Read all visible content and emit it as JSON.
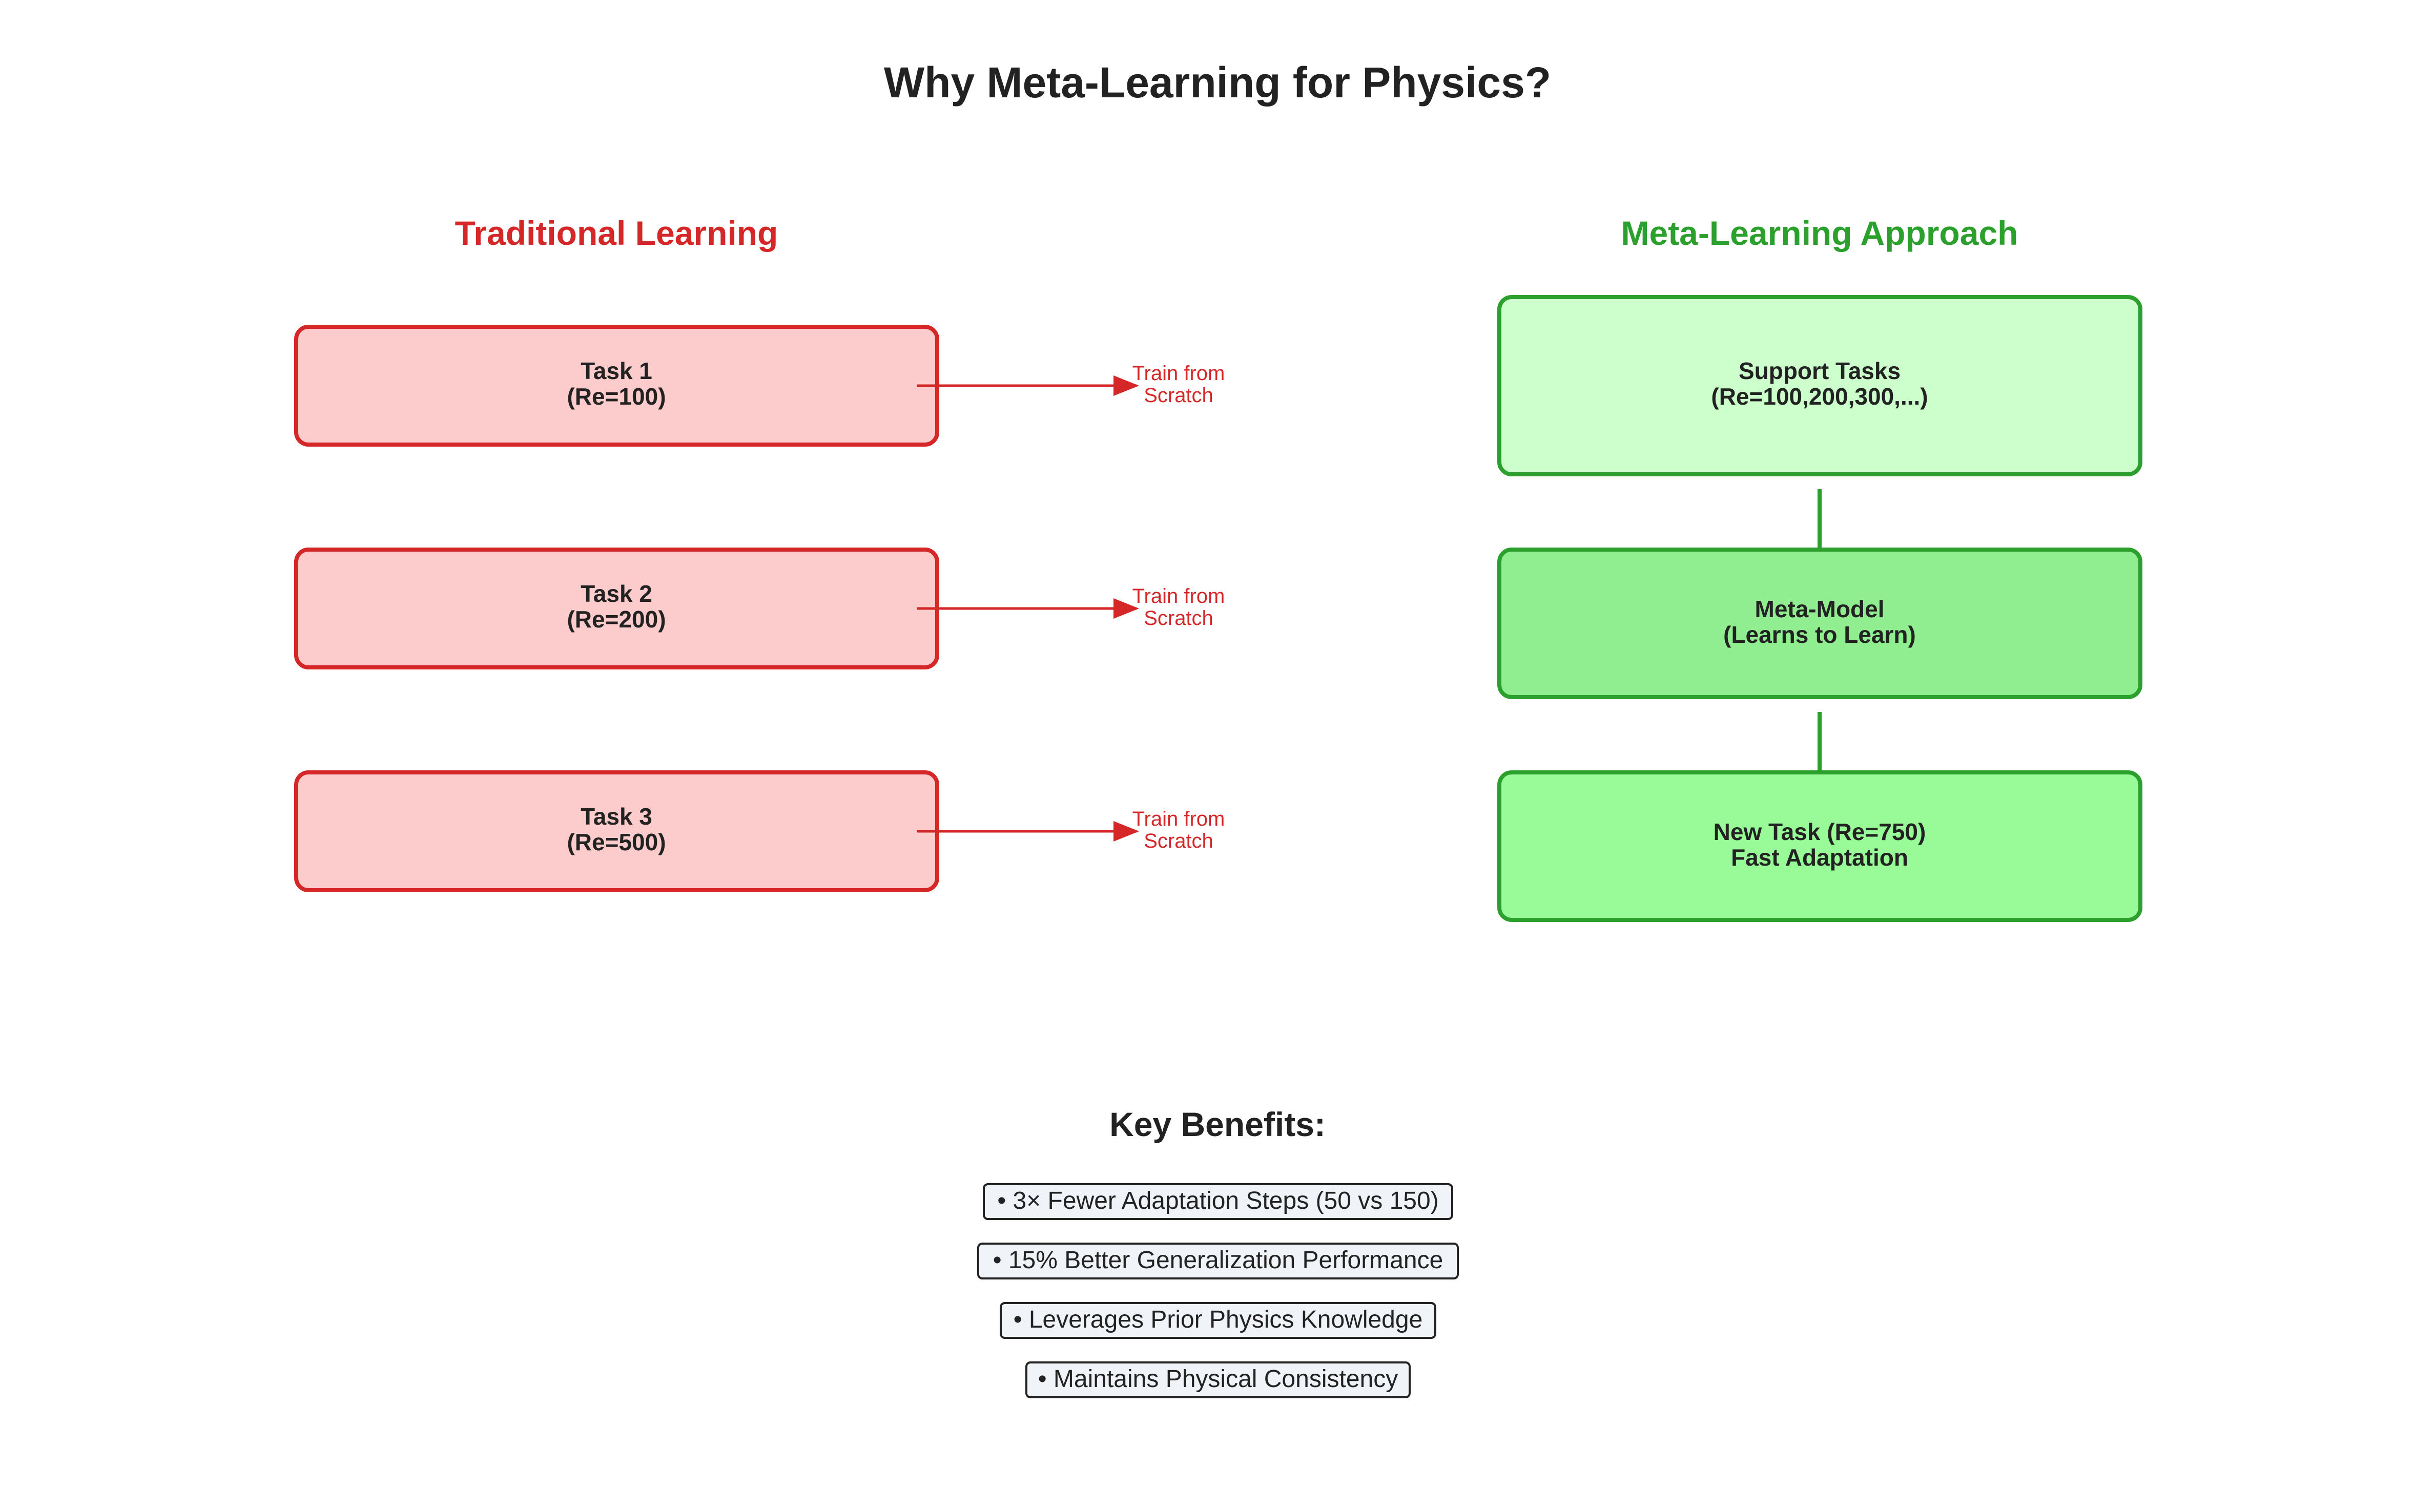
{
  "title": "Why Meta-Learning for Physics?",
  "traditional": {
    "heading": "Traditional Learning",
    "color": "#d62728",
    "fill": "#fccbcb",
    "tasks": [
      {
        "line1": "Task 1",
        "line2": "(Re=100)",
        "arrow_line1": "Train from",
        "arrow_line2": "Scratch"
      },
      {
        "line1": "Task 2",
        "line2": "(Re=200)",
        "arrow_line1": "Train from",
        "arrow_line2": "Scratch"
      },
      {
        "line1": "Task 3",
        "line2": "(Re=500)",
        "arrow_line1": "Train from",
        "arrow_line2": "Scratch"
      }
    ]
  },
  "meta": {
    "heading": "Meta-Learning Approach",
    "color": "#2ca02c",
    "support": {
      "line1": "Support Tasks",
      "line2": "(Re=100,200,300,...)",
      "fill": "#ccffcc"
    },
    "model": {
      "line1": "Meta-Model",
      "line2": "(Learns to Learn)",
      "fill": "#90ee90"
    },
    "new_task": {
      "line1": "New Task (Re=750)",
      "line2": "Fast Adaptation",
      "fill": "#98fb98"
    }
  },
  "benefits": {
    "heading": "Key Benefits:",
    "items": [
      "• 3× Fewer Adaptation Steps (50 vs 150)",
      "• 15% Better Generalization Performance",
      "• Leverages Prior Physics Knowledge",
      "• Maintains Physical Consistency"
    ]
  }
}
